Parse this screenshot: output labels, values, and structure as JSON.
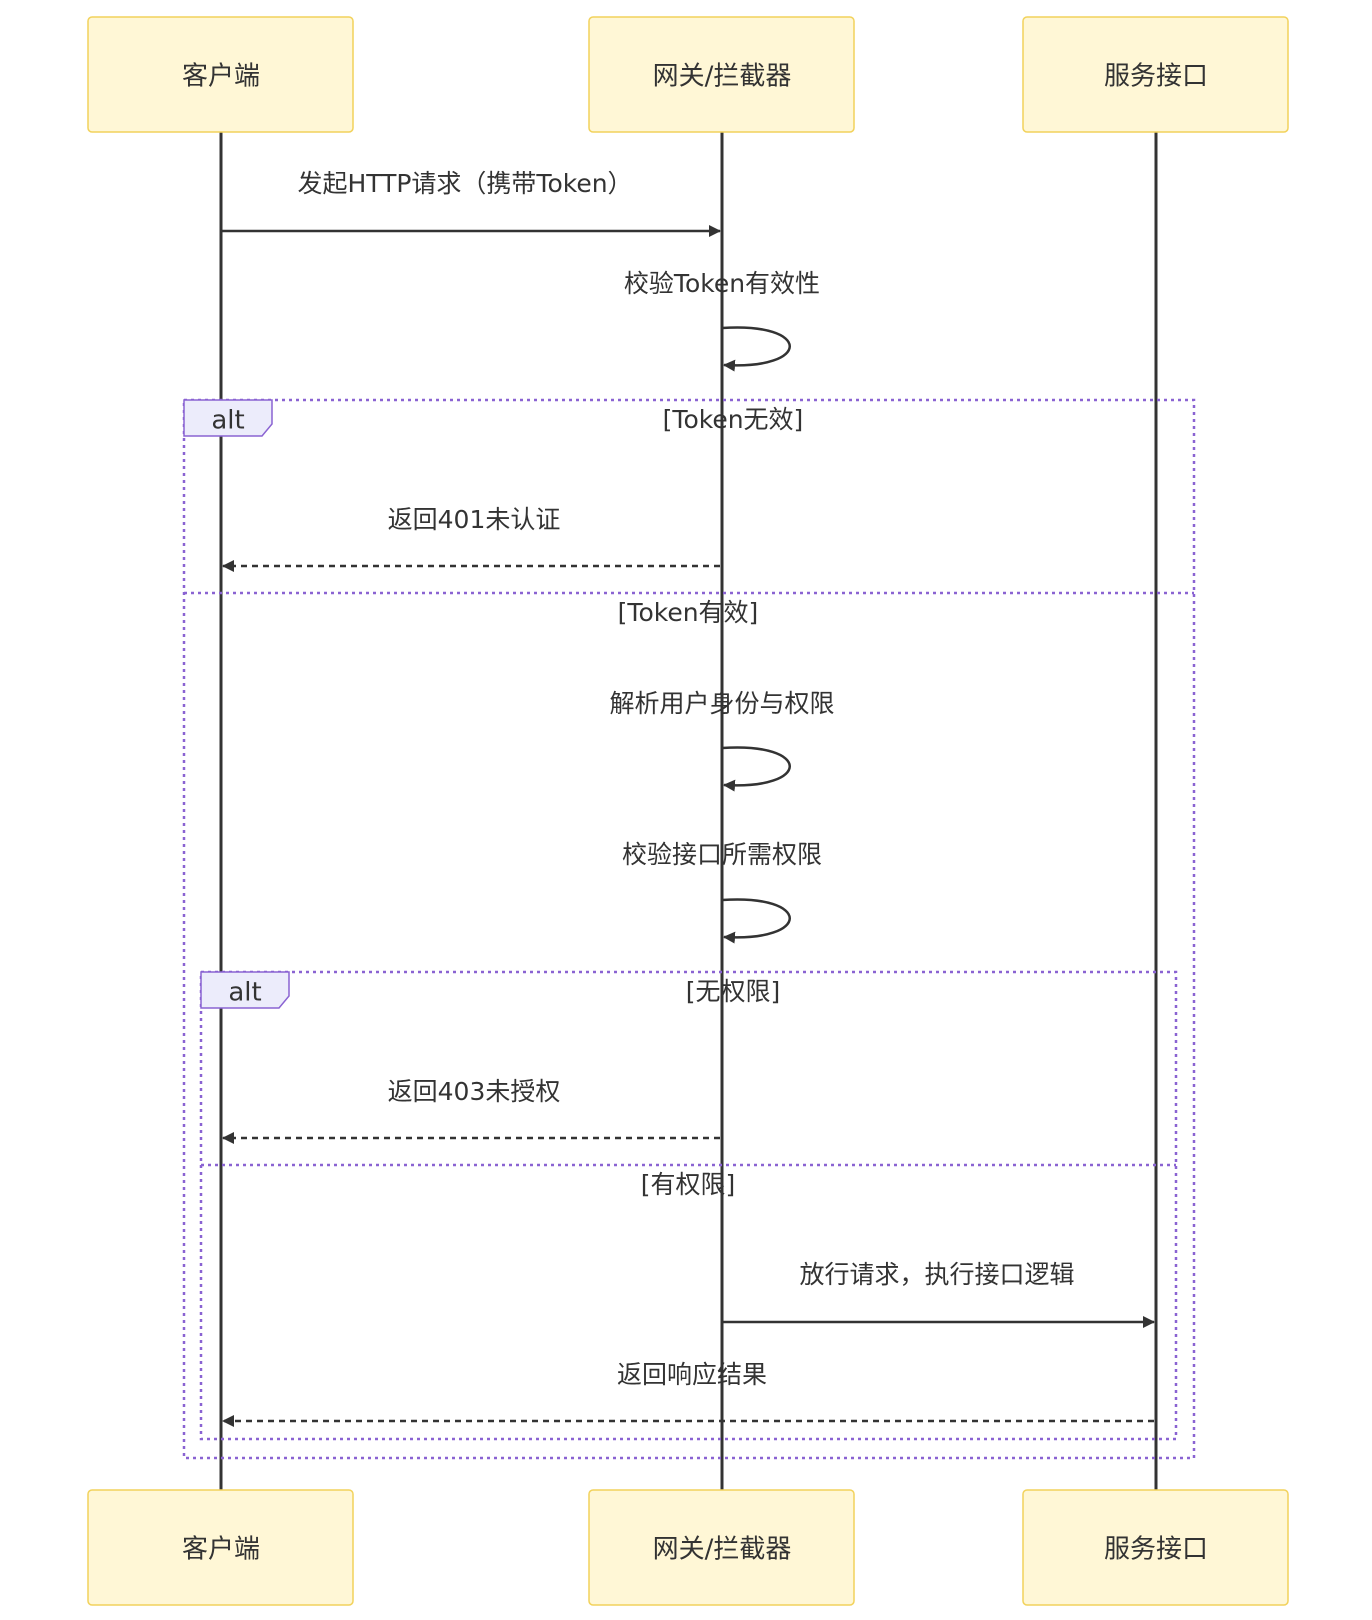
{
  "participants": [
    {
      "id": "client",
      "label": "客户端"
    },
    {
      "id": "gateway",
      "label": "网关/拦截器"
    },
    {
      "id": "service",
      "label": "服务接口"
    }
  ],
  "messages": [
    {
      "id": "m1",
      "from": "client",
      "to": "gateway",
      "text": "发起HTTP请求（携带Token）",
      "style": "solid"
    },
    {
      "id": "m2",
      "from": "gateway",
      "to": "gateway",
      "text": "校验Token有效性",
      "style": "self"
    },
    {
      "id": "m3",
      "from": "gateway",
      "to": "client",
      "text": "返回401未认证",
      "style": "dashed"
    },
    {
      "id": "m4",
      "from": "gateway",
      "to": "gateway",
      "text": "解析用户身份与权限",
      "style": "self"
    },
    {
      "id": "m5",
      "from": "gateway",
      "to": "gateway",
      "text": "校验接口所需权限",
      "style": "self"
    },
    {
      "id": "m6",
      "from": "gateway",
      "to": "client",
      "text": "返回403未授权",
      "style": "dashed"
    },
    {
      "id": "m7",
      "from": "gateway",
      "to": "service",
      "text": "放行请求，执行接口逻辑",
      "style": "solid"
    },
    {
      "id": "m8",
      "from": "service",
      "to": "client",
      "text": "返回响应结果",
      "style": "dashed"
    }
  ],
  "frames": [
    {
      "id": "outer",
      "type": "alt",
      "conditions": [
        "[Token无效]",
        "[Token有效]"
      ]
    },
    {
      "id": "inner",
      "type": "alt",
      "conditions": [
        "[无权限]",
        "[有权限]"
      ]
    }
  ],
  "colors": {
    "actor_fill": "#fff7d6",
    "actor_border": "#f2d25b",
    "frame_border": "#8a63d2",
    "line": "#333333"
  }
}
